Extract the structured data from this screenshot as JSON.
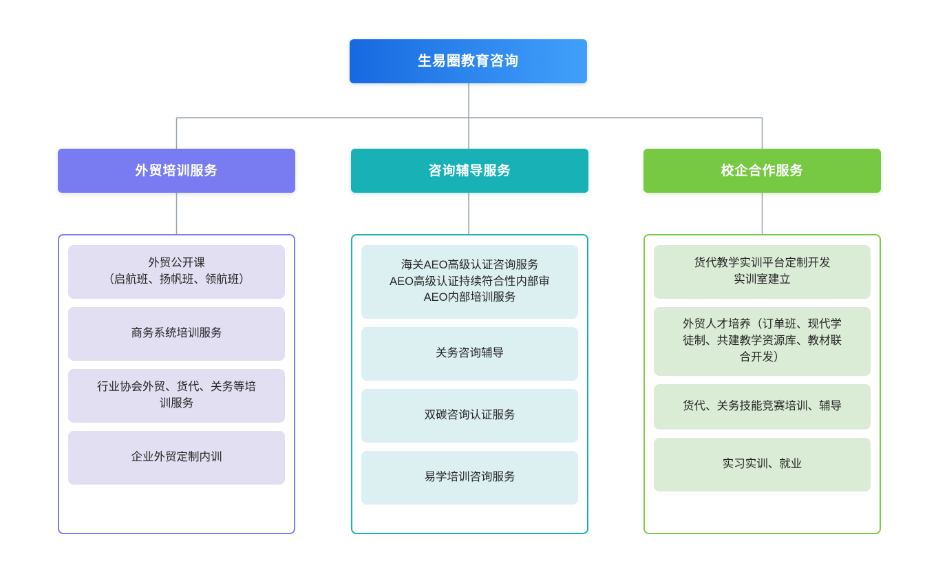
{
  "diagram": {
    "type": "organization-chart",
    "root": {
      "label": "生易圈教育咨询",
      "color_start": "#1769e0",
      "color_end": "#41a0fb"
    },
    "branches": [
      {
        "label": "外贸培训服务",
        "header_color": "#787cf0",
        "border_color": "#7b7ef2",
        "item_color": "#e2dff3",
        "items": [
          "外贸公开课\n（启航班、扬帆班、领航班）",
          "商务系统培训服务",
          "行业协会外贸、货代、关务等培\n训服务",
          "企业外贸定制内训"
        ]
      },
      {
        "label": "咨询辅导服务",
        "header_color": "#18b2b6",
        "border_color": "#18b2b6",
        "item_color": "#dcf0f1",
        "items": [
          "海关AEO高级认证咨询服务\nAEO高级认证持续符合性内部审\nAEO内部培训服务",
          "关务咨询辅导",
          "双碳咨询认证服务",
          "易学培训咨询服务"
        ]
      },
      {
        "label": "校企合作服务",
        "header_color": "#77c944",
        "border_color": "#7ccb46",
        "item_color": "#dbecd6",
        "items": [
          "货代教学实训平台定制开发\n实训室建立",
          "外贸人才培养（订单班、现代学\n徒制、共建教学资源库、教材联\n合开发）",
          "货代、关务技能竞赛培训、辅导",
          "实习实训、就业"
        ]
      }
    ],
    "connector_color": "#98a3ad"
  }
}
